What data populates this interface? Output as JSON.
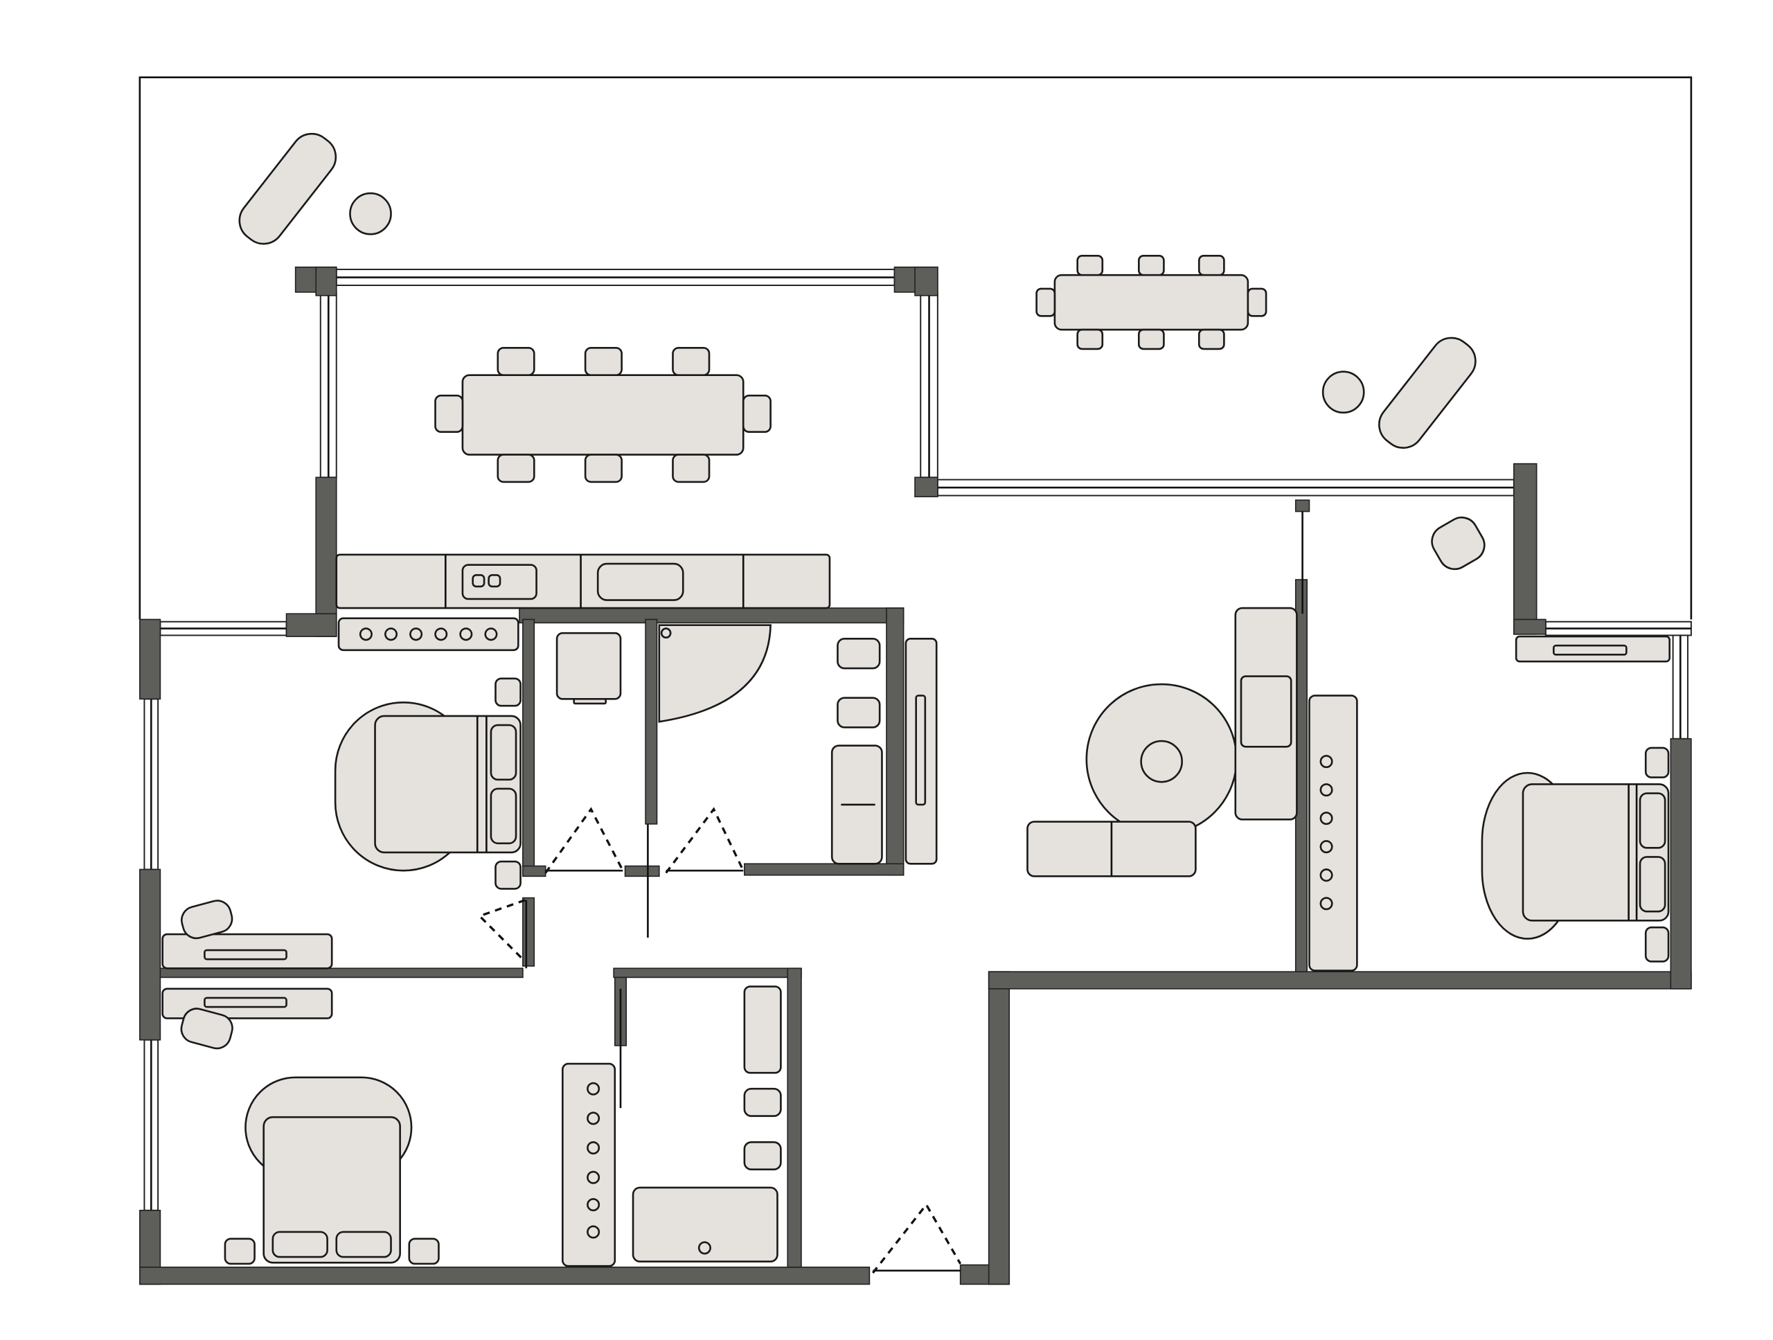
{
  "colors": {
    "wall": "#5e5f5b",
    "furniture": "#e5e2de",
    "outline": "#1a1a1a",
    "background": "#ffffff"
  },
  "icons": [
    "floor-plan",
    "wall",
    "window",
    "door-swing",
    "bed",
    "dining-table",
    "chair",
    "sofa",
    "round-rug",
    "bathtub",
    "toilet",
    "sink",
    "kitchen-counter",
    "stove",
    "wardrobe",
    "lounge-chair",
    "side-table"
  ]
}
